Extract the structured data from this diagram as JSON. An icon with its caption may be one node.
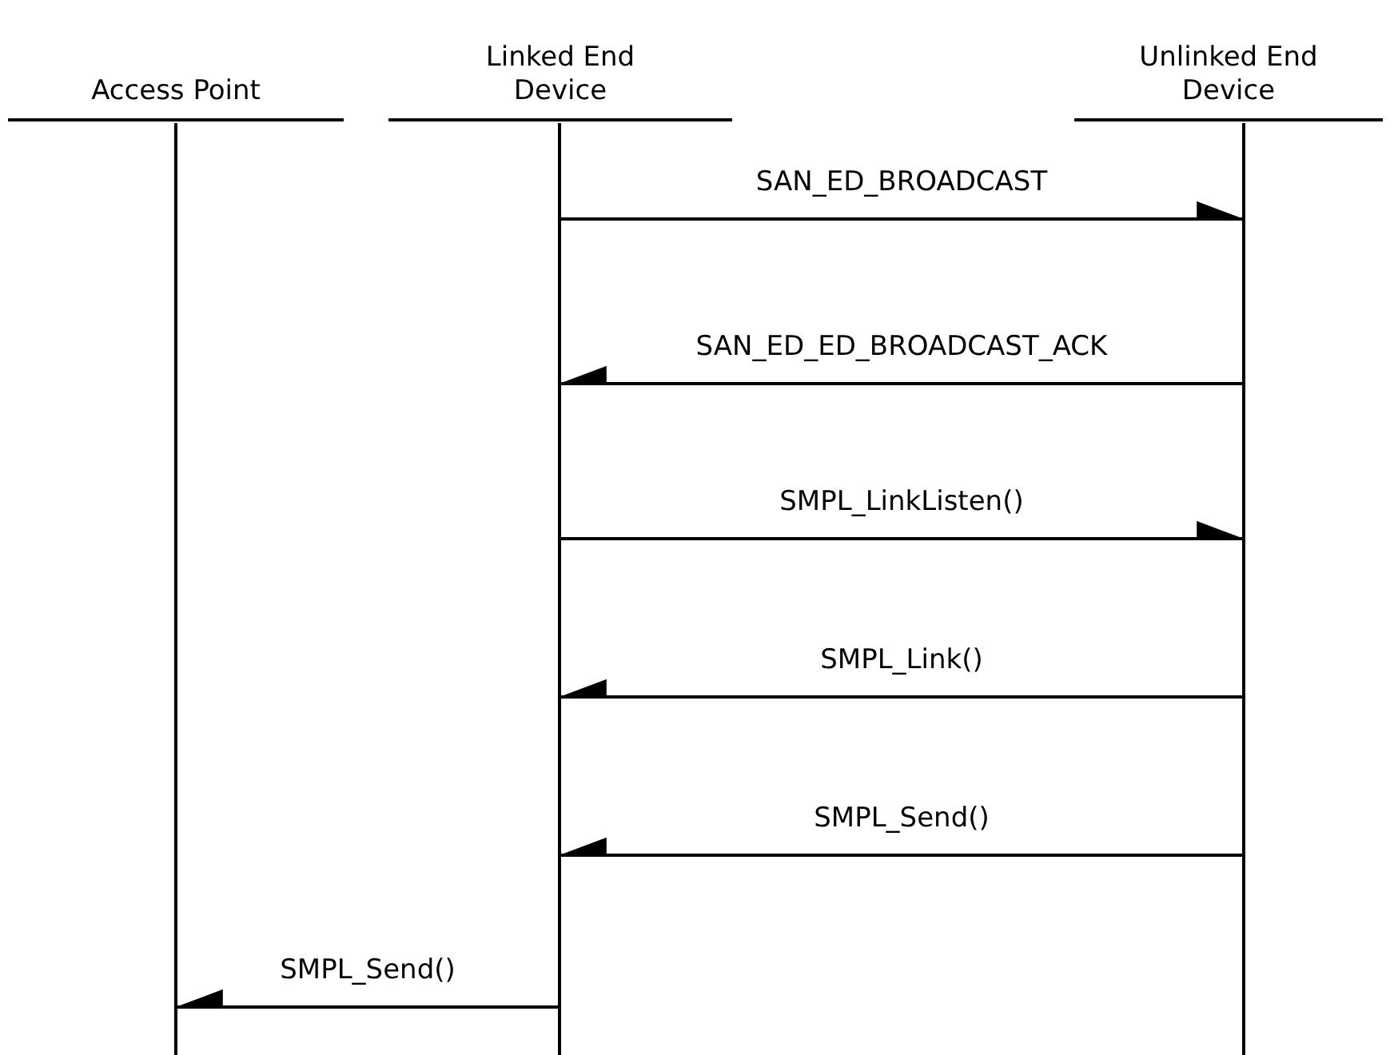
{
  "diagram": {
    "nodes": [
      {
        "text": [
          "Access Point"
        ]
      },
      {
        "text": [
          "Linked End Device"
        ]
      },
      {
        "text": [
          "Unlinked End Device"
        ]
      },
      {
        "text": [],
        "shape": "bar"
      },
      {
        "text": [],
        "shape": "bar"
      },
      {
        "text": [],
        "shape": "bar"
      }
    ],
    "edges": [
      {
        "from": 4,
        "to": 5,
        "arrow": "to",
        "label": "SAN_ED_BROADCAST"
      },
      {
        "from": 5,
        "to": 4,
        "arrow": "to",
        "label": "SAN_ED_ED_BROADCAST_ACK"
      },
      {
        "from": 4,
        "to": 5,
        "arrow": "to",
        "label": "SMPL_LinkListen()"
      },
      {
        "from": 5,
        "to": 4,
        "arrow": "to",
        "label": "SMPL_Link()"
      },
      {
        "from": 5,
        "to": 4,
        "arrow": "to",
        "label": "SMPL_Send()"
      },
      {
        "from": 4,
        "to": 3,
        "arrow": "to",
        "label": "SMPL_Send()"
      }
    ]
  }
}
